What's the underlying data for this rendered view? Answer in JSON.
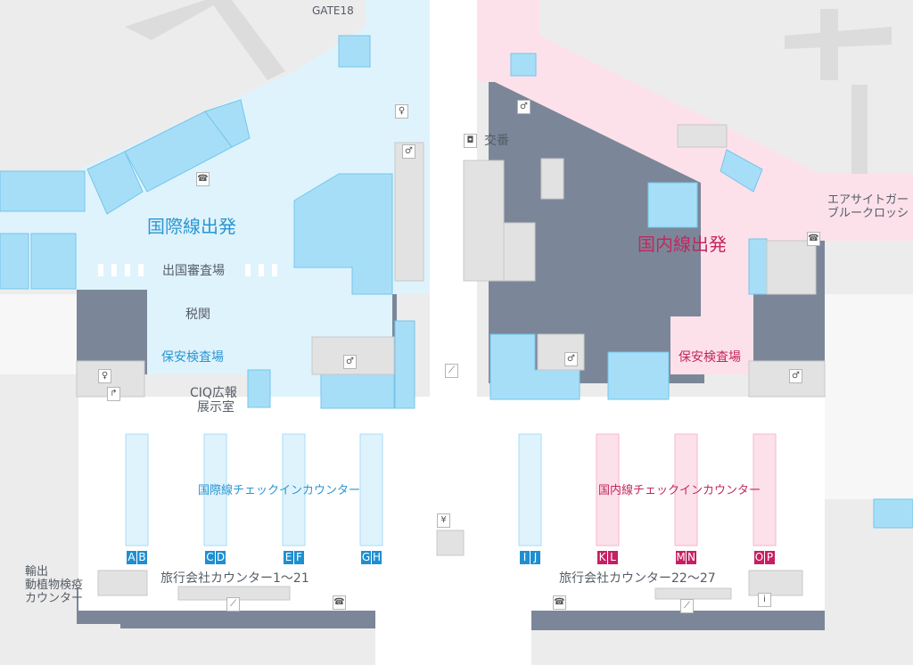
{
  "labels": {
    "gate": "GATE18",
    "koban": "交番",
    "intl_departure": "国際線出発",
    "emigration": "出国審査場",
    "customs": "税関",
    "security_intl": "保安検査場",
    "ciq_1": "CIQ広報",
    "ciq_2": "展示室",
    "dom_departure": "国内線出発",
    "security_dom": "保安検査場",
    "airside_1": "エアサイトガー",
    "airside_2": "ブルークロッシ",
    "intl_checkin": "国際線チェックインカウンター",
    "dom_checkin": "国内線チェックインカウンター",
    "travel_1_21": "旅行会社カウンター1〜21",
    "travel_22_27": "旅行会社カウンター22〜27",
    "quarantine_1": "輸出",
    "quarantine_2": "動植物検疫",
    "quarantine_3": "カウンター"
  },
  "counters": [
    {
      "letters": [
        "A",
        "B"
      ],
      "type": "intl"
    },
    {
      "letters": [
        "C",
        "D"
      ],
      "type": "intl"
    },
    {
      "letters": [
        "E",
        "F"
      ],
      "type": "intl"
    },
    {
      "letters": [
        "G",
        "H"
      ],
      "type": "intl"
    },
    {
      "letters": [
        "I",
        "J"
      ],
      "type": "intl"
    },
    {
      "letters": [
        "K",
        "L"
      ],
      "type": "dom"
    },
    {
      "letters": [
        "M",
        "N"
      ],
      "type": "dom"
    },
    {
      "letters": [
        "O",
        "P"
      ],
      "type": "dom"
    }
  ],
  "colors": {
    "intl": "#1e8fd0",
    "dom": "#c71f62",
    "intl_zone": "#dff3fd",
    "dom_zone": "#fde1ea",
    "restricted": "#7b8799"
  }
}
